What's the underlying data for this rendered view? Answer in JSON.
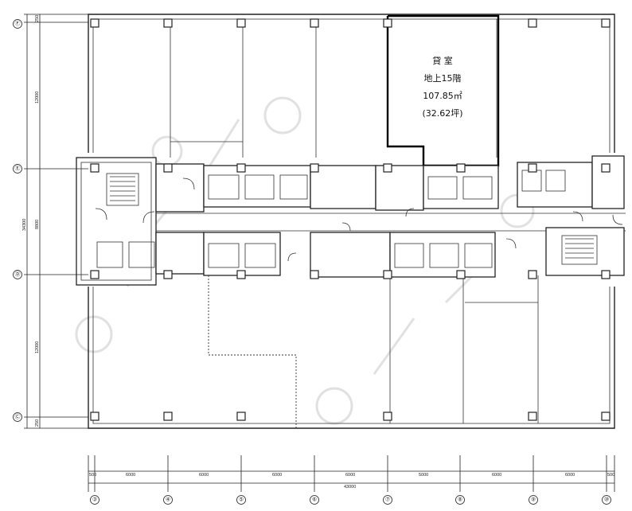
{
  "rental_room": {
    "title": "貸 室",
    "floor": "地上15階",
    "area_sqm": "107.85㎡",
    "area_tsubo": "(32.62坪)"
  },
  "grid_columns": [
    "③",
    "④",
    "⑤",
    "⑥",
    "⑦",
    "⑧",
    "⑨",
    "⑩"
  ],
  "grid_rows": [
    "Ⓕ",
    "Ⓔ",
    "Ⓓ",
    "Ⓒ"
  ],
  "bottom_dims": [
    "500",
    "6000",
    "6000",
    "6000",
    "6000",
    "5000",
    "6000",
    "6000",
    "500"
  ],
  "bottom_total": "43000",
  "left_dims": [
    "250",
    "12000",
    "8800",
    "12000",
    "250"
  ],
  "left_total": "34300"
}
